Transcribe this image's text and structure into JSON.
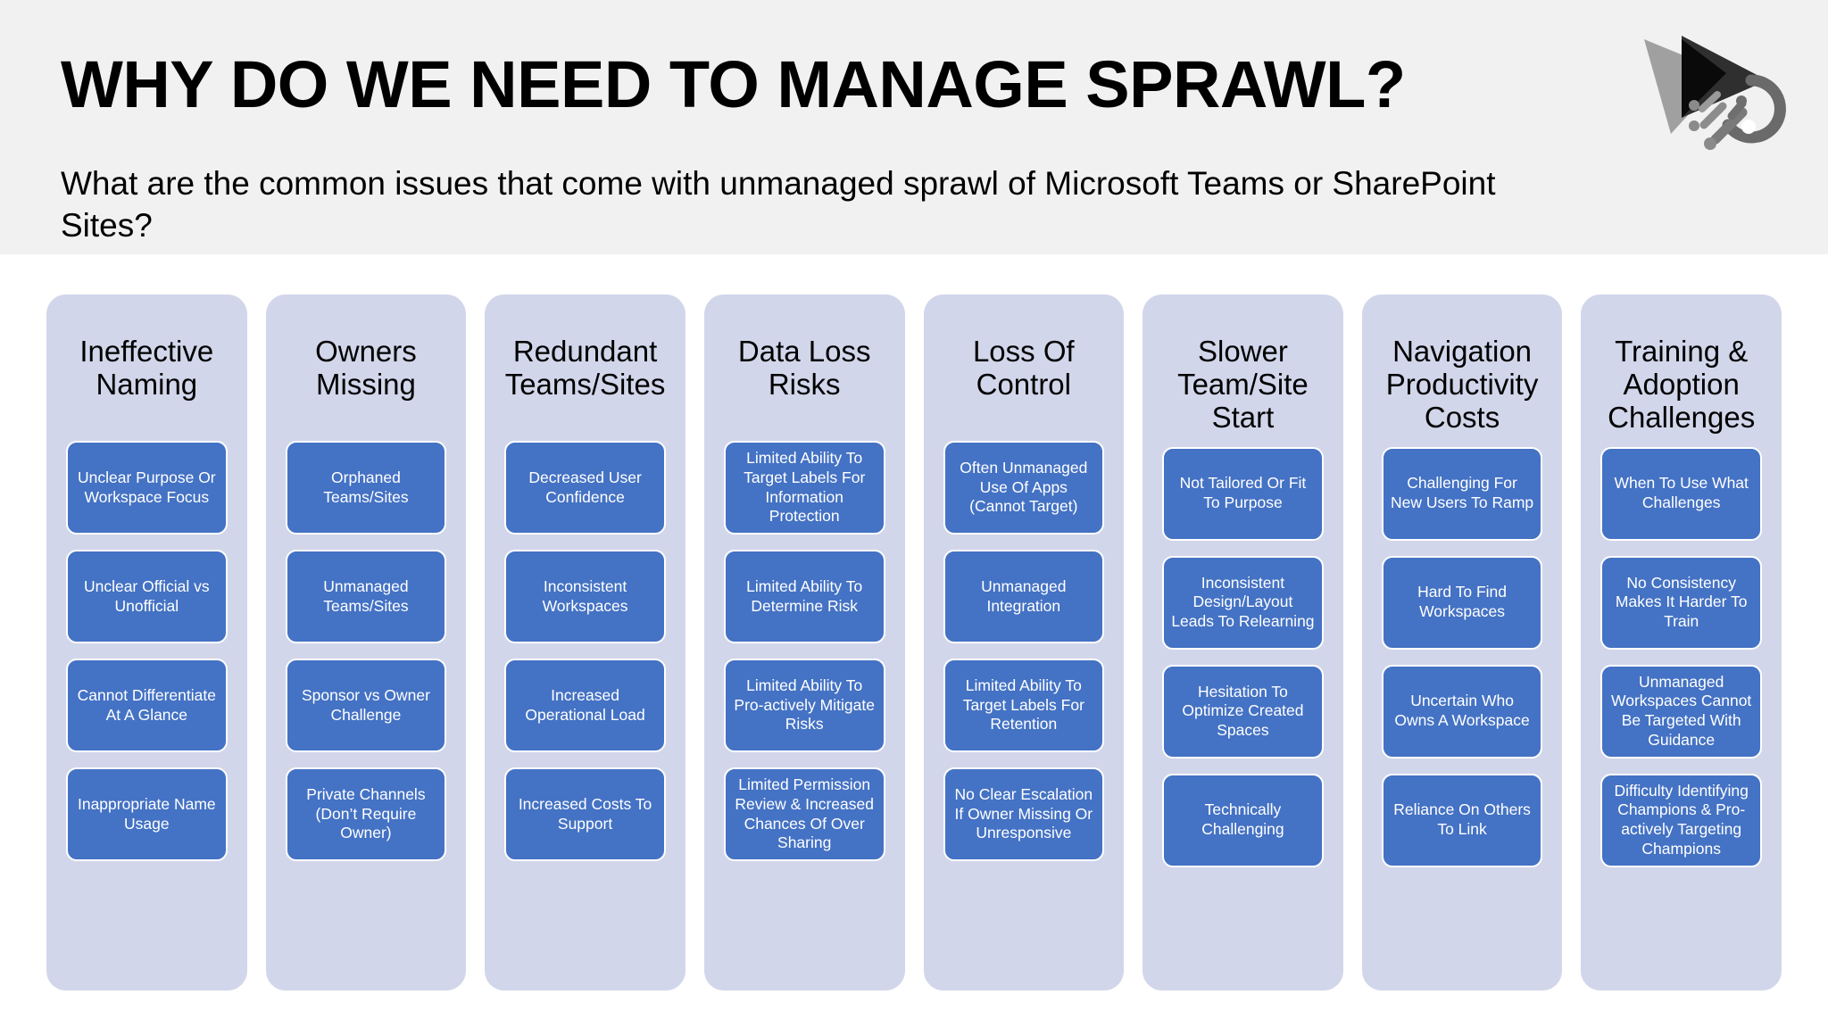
{
  "header": {
    "title": "WHY DO WE NEED TO MANAGE SPRAWL?",
    "subtitle": "What are the common issues that come with unmanaged sprawl of Microsoft Teams or SharePoint Sites?",
    "background_color": "#f1f1f1",
    "logo_name": "play-triangle-orbit-logo"
  },
  "colors": {
    "column_background": "#d2d6ea",
    "chip_background": "#4472c4",
    "chip_text": "#ffffff",
    "heading_text": "#000000",
    "page_background": "#ffffff"
  },
  "columns": [
    {
      "heading": "Ineffective Naming",
      "items": [
        "Unclear Purpose Or Workspace Focus",
        "Unclear Official vs Unofficial",
        "Cannot Differentiate At A Glance",
        "Inappropriate Name Usage"
      ]
    },
    {
      "heading": "Owners Missing",
      "items": [
        "Orphaned Teams/Sites",
        "Unmanaged Teams/Sites",
        "Sponsor vs Owner Challenge",
        "Private Channels (Don’t Require Owner)"
      ]
    },
    {
      "heading": "Redundant Teams/Sites",
      "items": [
        "Decreased User Confidence",
        "Inconsistent Workspaces",
        "Increased Operational Load",
        "Increased Costs To Support"
      ]
    },
    {
      "heading": "Data Loss Risks",
      "items": [
        "Limited Ability To Target Labels For Information Protection",
        "Limited Ability To Determine Risk",
        "Limited Ability To Pro-actively Mitigate Risks",
        "Limited Permission Review & Increased Chances Of Over Sharing"
      ]
    },
    {
      "heading": "Loss Of Control",
      "items": [
        "Often Unmanaged Use Of Apps (Cannot Target)",
        "Unmanaged Integration",
        "Limited Ability To Target Labels For Retention",
        "No Clear Escalation If Owner Missing Or Unresponsive"
      ]
    },
    {
      "heading": "Slower Team/Site Start",
      "items": [
        "Not Tailored Or Fit To Purpose",
        "Inconsistent Design/Layout Leads To Relearning",
        "Hesitation To Optimize Created Spaces",
        "Technically Challenging"
      ]
    },
    {
      "heading": "Navigation Productivity Costs",
      "items": [
        "Challenging For New Users To Ramp",
        "Hard To Find Workspaces",
        "Uncertain Who Owns A Workspace",
        "Reliance On Others To Link"
      ]
    },
    {
      "heading": "Training & Adoption Challenges",
      "items": [
        "When To Use What Challenges",
        "No Consistency Makes It Harder To Train",
        "Unmanaged Workspaces Cannot Be Targeted With Guidance",
        "Difficulty Identifying Champions & Pro-actively Targeting Champions"
      ]
    }
  ]
}
